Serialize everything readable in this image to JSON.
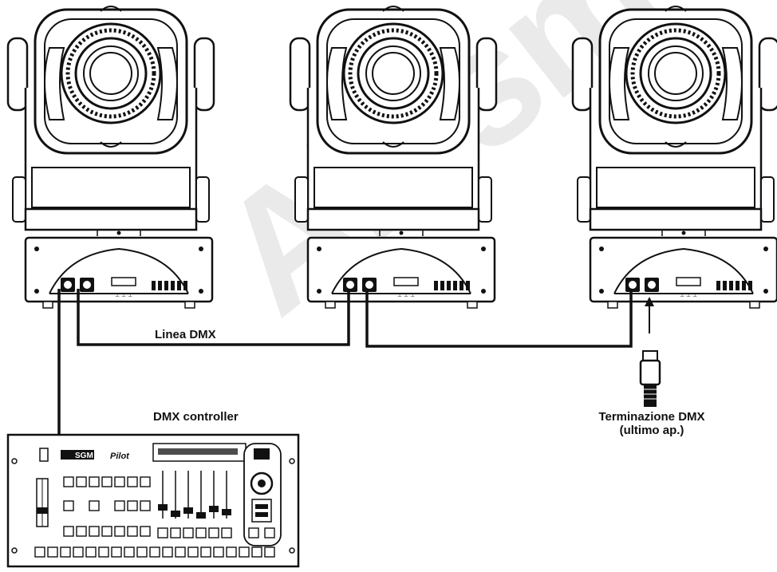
{
  "labels": {
    "dmx_line": "Linea DMX",
    "dmx_controller": "DMX controller",
    "termination_line1": "Terminazione DMX",
    "termination_line2": "(ultimo ap.)"
  },
  "controller": {
    "brand": "SGM",
    "model": "Pilot"
  },
  "watermark": "Alosmeno",
  "colors": {
    "ink": "#111111",
    "watermark": "#d9d9d9"
  }
}
